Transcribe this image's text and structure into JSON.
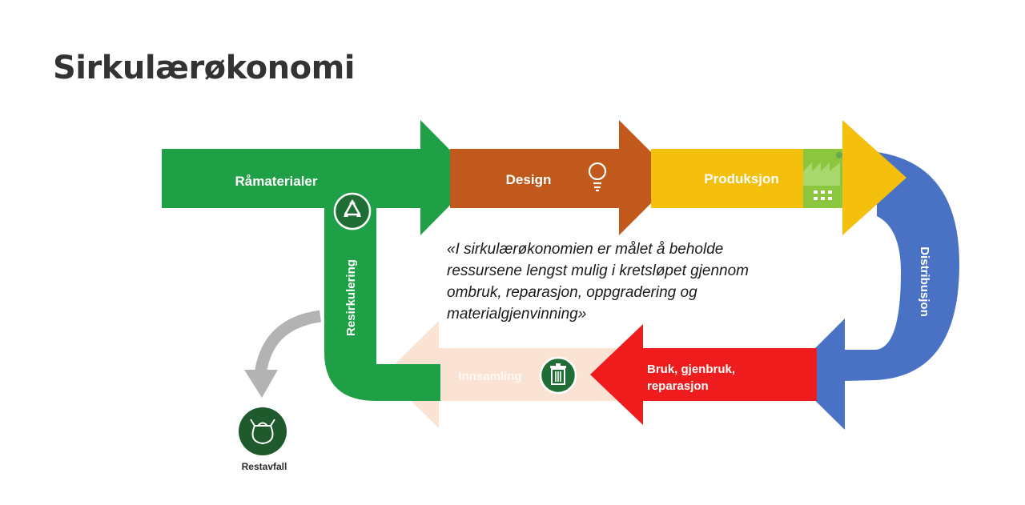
{
  "title": "Sirkulærøkonomi",
  "stages": {
    "ramaterialer": "Råmaterialer",
    "design": "Design",
    "produksjon": "Produksjon",
    "distribusjon": "Distribusjon",
    "bruk_line1": "Bruk, gjenbruk,",
    "bruk_line2": "reparasjon",
    "innsamling": "Innsamling",
    "resirkulering": "Resirkulering",
    "restavfall": "Restavfall"
  },
  "quote_lines": [
    "«I sirkulærøkonomien er målet å beholde",
    "ressursene lengst mulig i kretsløpet gjennom",
    "ombruk, reparasjon, oppgradering og",
    "materialgjenvinning»"
  ],
  "icons": {
    "design": "lightbulb-icon",
    "produksjon": "factory-icon",
    "innsamling": "trash-bin-icon",
    "resirkulering": "recycle-icon",
    "restavfall": "waste-bag-icon"
  },
  "colors": {
    "green": "#1fa046",
    "dark_green": "#1f6e35",
    "brown": "#c2591c",
    "yellow": "#f5bf0e",
    "factory_green": "#8cc63f",
    "blue": "#4a72c4",
    "red": "#ee1c1c",
    "peach": "#fbe3d4",
    "grey": "#b3b3b3"
  }
}
